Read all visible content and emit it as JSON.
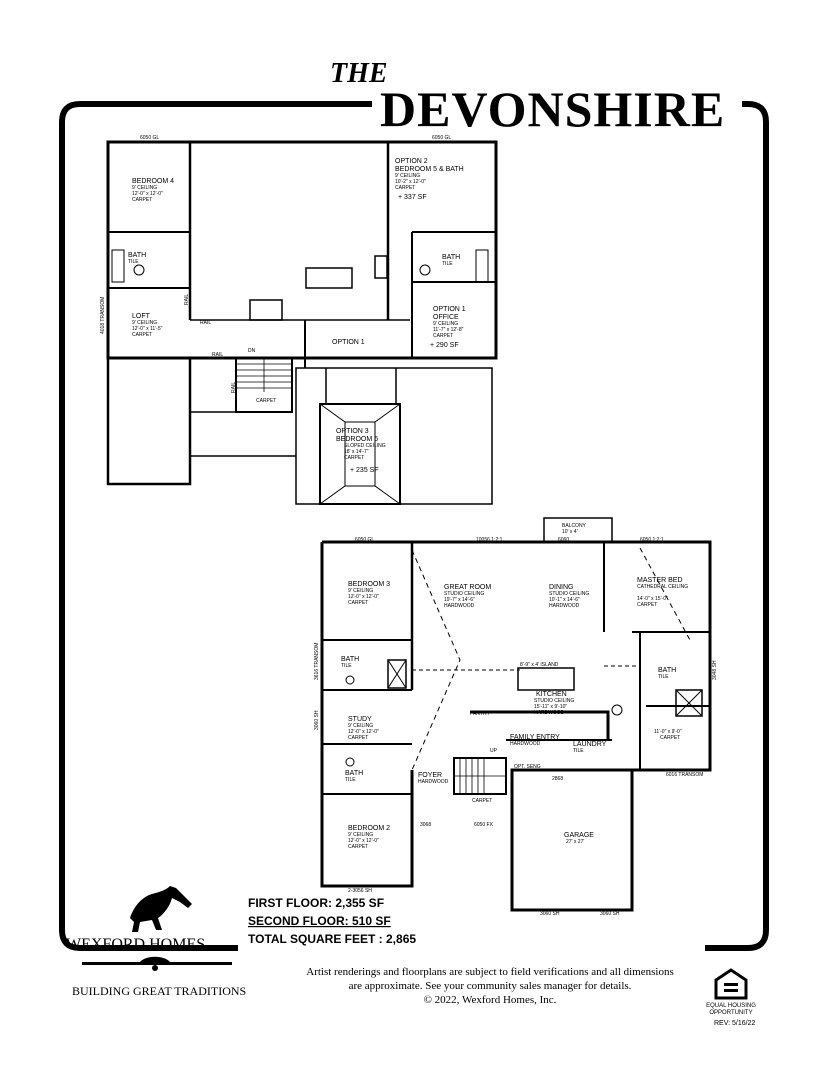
{
  "header": {
    "title_prefix": "THE",
    "title": "DEVONSHIRE"
  },
  "second_floor": {
    "dim_left": "6050 GL",
    "dim_right": "6050 GL",
    "bedroom4": {
      "name": "BEDROOM 4",
      "l1": "9' CEILING",
      "l2": "12'-0\" x 12'-0\"",
      "l3": "CARPET"
    },
    "bath_left": {
      "name": "BATH",
      "floor": "TILE"
    },
    "loft": {
      "name": "LOFT",
      "l1": "9' CEILING",
      "l2": "12'-0\" x 11'-5\"",
      "l3": "CARPET"
    },
    "transom": "4018 TRANSOM",
    "rail_labels": [
      "RAIL",
      "RAIL",
      "RAIL",
      "RAIL"
    ],
    "stair_dn": "DN",
    "stair_carpet": "CARPET",
    "option2": {
      "name1": "OPTION 2",
      "name2": "BEDROOM 5 & BATH",
      "l1": "9' CEILING",
      "l2": "10'-2\" x 12'-0\"",
      "l3": "CARPET",
      "sf": "+ 337 SF"
    },
    "bath_right": {
      "name": "BATH",
      "floor": "TILE"
    },
    "option1_office": {
      "name1": "OPTION 1",
      "name2": "OFFICE",
      "l1": "9' CEILING",
      "l2": "11'-7\" x 12'-8\"",
      "l3": "CARPET",
      "sf": "+ 290 SF"
    },
    "option1": "OPTION 1",
    "option3": {
      "name1": "OPTION 3",
      "name2": "BEDROOM 6",
      "l1": "SLOPED CEILING",
      "l2": "18' x 14'-7\"",
      "l3": "CARPET",
      "sf": "+ 235 SF"
    }
  },
  "first_floor": {
    "balcony": {
      "name": "BALCONY",
      "size": "10' x 4'"
    },
    "dim_6060": "6060",
    "dim_top_left": "6050 GL",
    "dim_top_mid": "10056 1:2:1",
    "dim_top_right": "6050 1:2:1",
    "bedroom3": {
      "name": "BEDROOM 3",
      "l1": "9' CEILING",
      "l2": "12'-0\" x 12'-0\"",
      "l3": "CARPET"
    },
    "great_room": {
      "name": "GREAT ROOM",
      "l1": "STUDIO CEILING",
      "l2": "19'-7\" x 14'-6\"",
      "l3": "HARDWOOD"
    },
    "dining": {
      "name": "DINING",
      "l1": "STUDIO CEILING",
      "l2": "10'-1\" x 14'-6\"",
      "l3": "HARDWOOD"
    },
    "master": {
      "name": "MASTER BED",
      "l1": "CATHEDRAL CEILING",
      "l2": "14'-0\" x 15'-0\"",
      "l3": "CARPET"
    },
    "bath_b3": {
      "name": "BATH",
      "floor": "TILE"
    },
    "island": "8'-9\" x 4' ISLAND",
    "kitchen": {
      "name": "KITCHEN",
      "l1": "STUDIO CEILING",
      "l2": "15'-11\" x 9'-10\"",
      "l3": "HARDWOOD"
    },
    "pantry": "PANTRY",
    "master_bath": {
      "name": "BATH",
      "floor": "TILE"
    },
    "closet": {
      "l1": "11'-0\" x 9'-0\"",
      "l2": "CARPET"
    },
    "transom_left": "3616 TRANSOM",
    "dim_3060": "3060 SH",
    "dim_3048": "3048 SH",
    "study": {
      "name": "STUDY",
      "l1": "9' CEILING",
      "l2": "12'-0\" x 12'-0\"",
      "l3": "CARPET"
    },
    "family_entry": {
      "name": "FAMILY ENTRY",
      "floor": "HARDWOOD"
    },
    "laundry": {
      "name": "LAUNDRY",
      "floor": "TILE"
    },
    "bath_b2": {
      "name": "BATH",
      "floor": "TILE"
    },
    "foyer": {
      "name": "FOYER",
      "floor": "HARDWOOD"
    },
    "opt_seng": "OPT. SENG",
    "stair_up": "UP",
    "stair_carpet": "CARPET",
    "dim_2868": "2868",
    "dim_6016": "6016 TRANSOM",
    "bedroom2": {
      "name": "BEDROOM 2",
      "l1": "9' CEILING",
      "l2": "12'-0\" x 12'-0\"",
      "l3": "CARPET"
    },
    "dim_3068": "3068",
    "dim_6050fx": "6050 FX",
    "garage": {
      "name": "GARAGE",
      "size": "27' x 27'"
    },
    "dim_bottom_left": "2-3056 SH",
    "dim_gar_1": "3060 SH",
    "dim_gar_2": "3060 SH"
  },
  "totals": {
    "first": "FIRST FLOOR: 2,355 SF",
    "second": "SECOND FLOOR: 510 SF",
    "total": "TOTAL SQUARE FEET : 2,865"
  },
  "brand": {
    "name": "WEXFORD HOMES",
    "tagline": "BUILDING GREAT TRADITIONS"
  },
  "disclaimer": {
    "line1": "Artist renderings and floorplans are subject to field verifications and all dimensions",
    "line2": "are approximate.  See your community sales manager for details.",
    "line3": "© 2022, Wexford Homes, Inc."
  },
  "eho": {
    "line1": "EQUAL HOUSING",
    "line2": "OPPORTUNITY"
  },
  "revision": "REV: 5/16/22"
}
